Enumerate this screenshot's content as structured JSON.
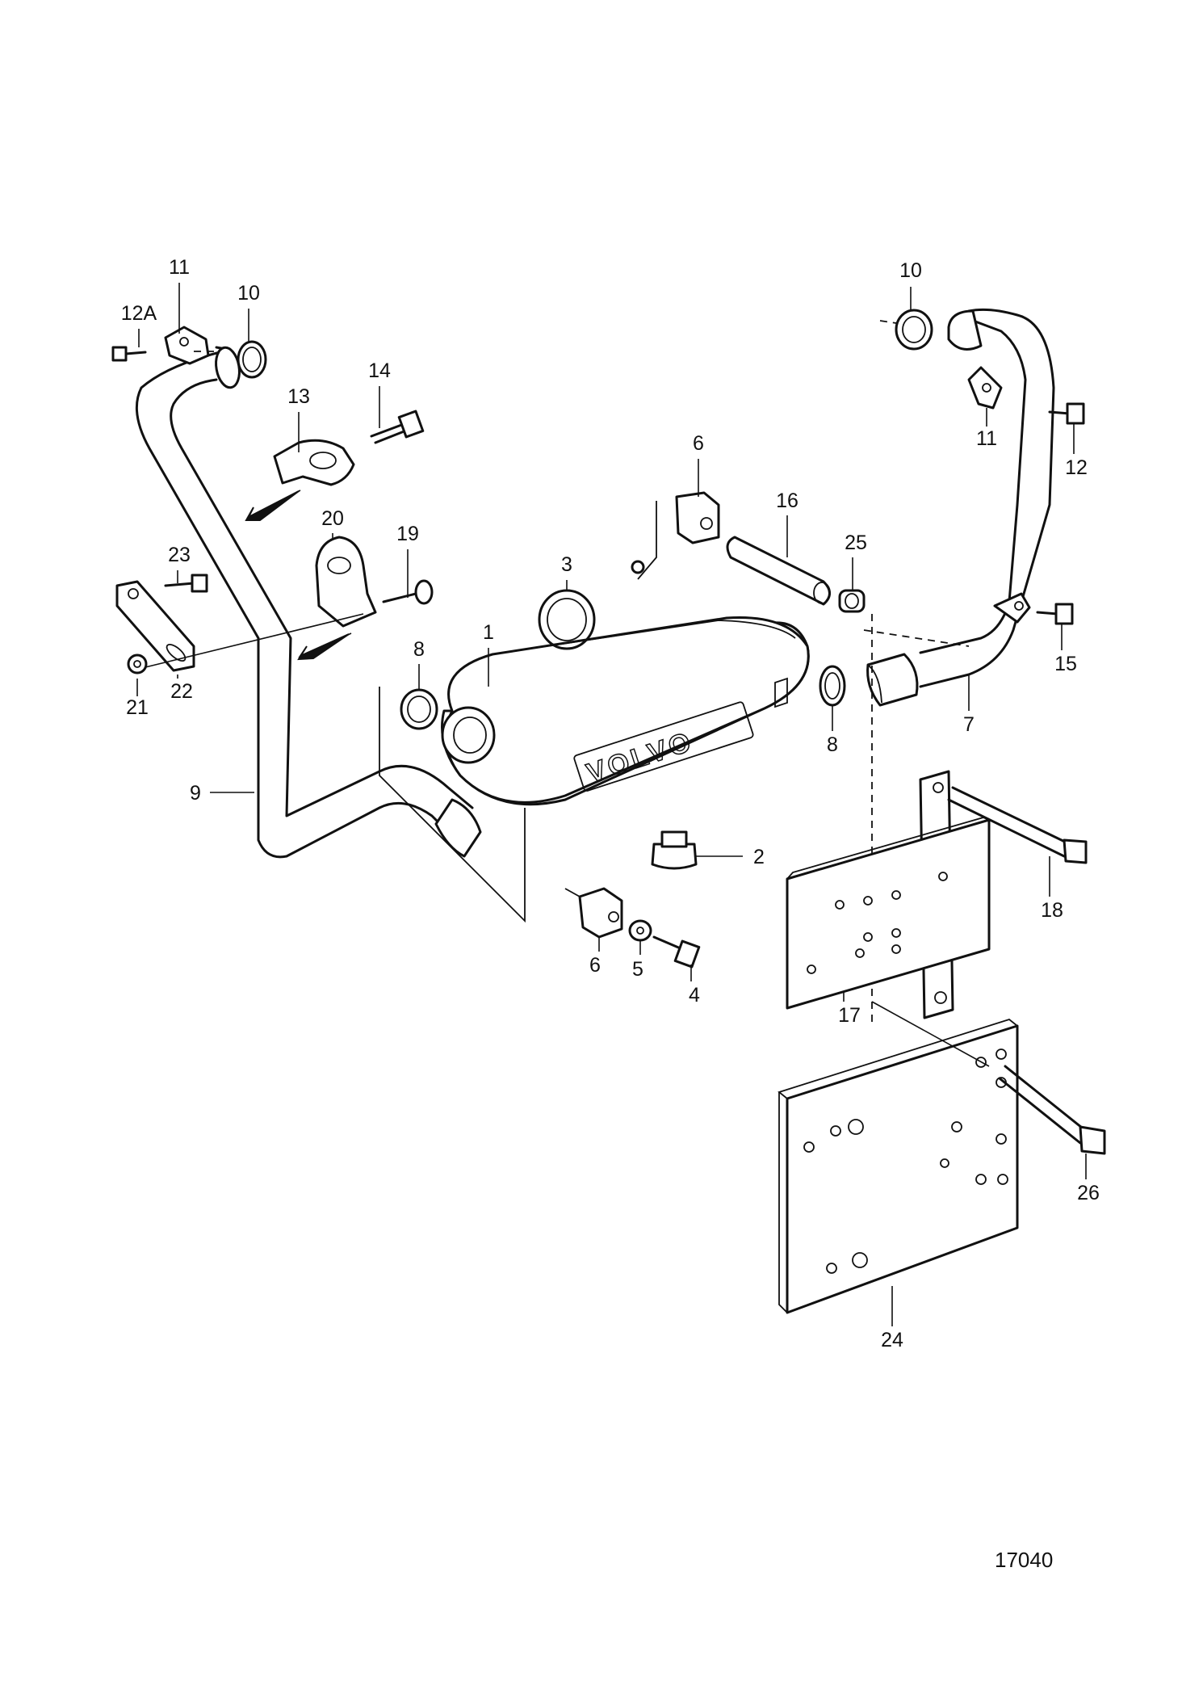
{
  "diagram": {
    "drawing_number": "17040",
    "brand_embossing": "VOLVO",
    "callouts": [
      {
        "id": "c-11-left",
        "label": "11"
      },
      {
        "id": "c-12a",
        "label": "12A"
      },
      {
        "id": "c-10-left",
        "label": "10"
      },
      {
        "id": "c-14",
        "label": "14"
      },
      {
        "id": "c-13",
        "label": "13"
      },
      {
        "id": "c-20",
        "label": "20"
      },
      {
        "id": "c-19",
        "label": "19"
      },
      {
        "id": "c-23",
        "label": "23"
      },
      {
        "id": "c-21",
        "label": "21"
      },
      {
        "id": "c-22",
        "label": "22"
      },
      {
        "id": "c-9",
        "label": "9"
      },
      {
        "id": "c-8-left",
        "label": "8"
      },
      {
        "id": "c-1",
        "label": "1"
      },
      {
        "id": "c-3",
        "label": "3"
      },
      {
        "id": "c-6-top",
        "label": "6"
      },
      {
        "id": "c-16",
        "label": "16"
      },
      {
        "id": "c-25",
        "label": "25"
      },
      {
        "id": "c-10-right",
        "label": "10"
      },
      {
        "id": "c-11-right",
        "label": "11"
      },
      {
        "id": "c-12",
        "label": "12"
      },
      {
        "id": "c-15",
        "label": "15"
      },
      {
        "id": "c-7",
        "label": "7"
      },
      {
        "id": "c-8-right",
        "label": "8"
      },
      {
        "id": "c-2",
        "label": "2"
      },
      {
        "id": "c-6-bottom",
        "label": "6"
      },
      {
        "id": "c-5",
        "label": "5"
      },
      {
        "id": "c-4",
        "label": "4"
      },
      {
        "id": "c-18",
        "label": "18"
      },
      {
        "id": "c-17",
        "label": "17"
      },
      {
        "id": "c-26",
        "label": "26"
      },
      {
        "id": "c-24",
        "label": "24"
      }
    ]
  }
}
